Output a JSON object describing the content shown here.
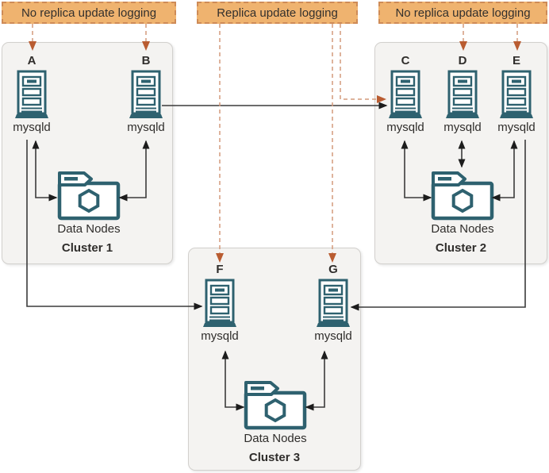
{
  "annotations": [
    {
      "text": "No replica update logging"
    },
    {
      "text": "Replica update logging"
    },
    {
      "text": "No replica update logging"
    }
  ],
  "clusters": [
    {
      "name": "Cluster 1",
      "data_nodes": "Data Nodes",
      "servers": [
        {
          "id": "A",
          "label": "mysqld"
        },
        {
          "id": "B",
          "label": "mysqld"
        }
      ]
    },
    {
      "name": "Cluster 2",
      "data_nodes": "Data Nodes",
      "servers": [
        {
          "id": "C",
          "label": "mysqld"
        },
        {
          "id": "D",
          "label": "mysqld"
        },
        {
          "id": "E",
          "label": "mysqld"
        }
      ]
    },
    {
      "name": "Cluster 3",
      "data_nodes": "Data Nodes",
      "servers": [
        {
          "id": "F",
          "label": "mysqld"
        },
        {
          "id": "G",
          "label": "mysqld"
        }
      ]
    }
  ],
  "replication_links": [
    {
      "from": "B",
      "to": "C",
      "style": "solid-arrow"
    },
    {
      "from": "A",
      "to": "F",
      "style": "solid-arrow"
    },
    {
      "from": "E",
      "to": "G",
      "style": "solid-arrow"
    }
  ],
  "data_node_links": [
    {
      "server": "A",
      "bidirectional": true
    },
    {
      "server": "B",
      "bidirectional": true
    },
    {
      "server": "C",
      "bidirectional": true
    },
    {
      "server": "D",
      "bidirectional": true
    },
    {
      "server": "E",
      "bidirectional": true
    },
    {
      "server": "F",
      "bidirectional": true
    },
    {
      "server": "G",
      "bidirectional": true
    }
  ],
  "annotation_links": [
    {
      "annotation": "No replica update logging",
      "targets": [
        "A",
        "B"
      ]
    },
    {
      "annotation": "Replica update logging",
      "targets": [
        "C",
        "F",
        "G"
      ]
    },
    {
      "annotation": "No replica update logging",
      "targets": [
        "D",
        "E"
      ]
    }
  ],
  "colors": {
    "annotation_fill": "#EFB36F",
    "annotation_border": "#CE8B57",
    "cluster_fill": "#F4F3F1",
    "cluster_border": "#D2D0CD",
    "teal": "#2E616F",
    "dashed_line": "#D49A7B",
    "arrow_orange": "#B95C31",
    "line_dark": "#3b3b3b"
  }
}
